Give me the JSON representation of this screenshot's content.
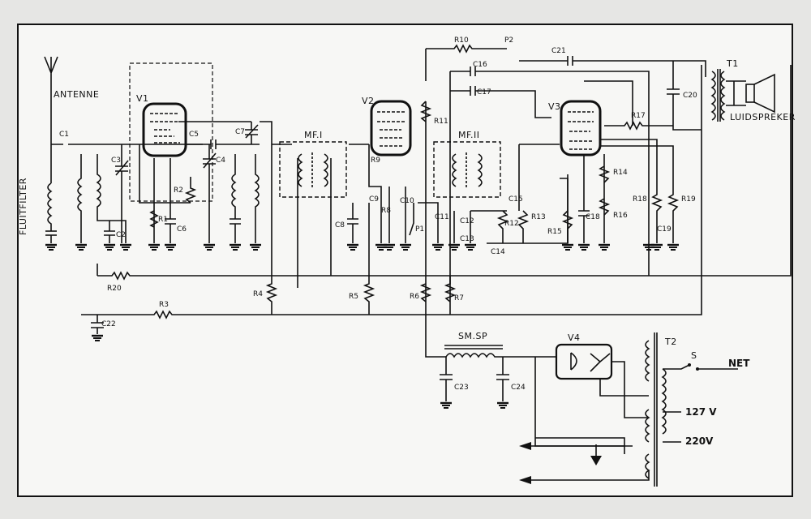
{
  "labels": {
    "antenne": "ANTENNE",
    "fluitfilter": "FLUITFILTER",
    "luidspreker": "LUIDSPREKER",
    "net": "NET",
    "v127": "127 V",
    "v220": "220V",
    "smsp": "SM.SP",
    "mf1": "MF.I",
    "mf2": "MF.II",
    "t1": "T1",
    "t2": "T2",
    "s": "S",
    "v1": "V1",
    "v2": "V2",
    "v3": "V3",
    "v4": "V4",
    "p1": "P1",
    "p2": "P2",
    "c1": "C1",
    "c2": "C2",
    "c3": "C3",
    "c4": "C4",
    "c5": "C5",
    "c6": "C6",
    "c7": "C7",
    "c8": "C8",
    "c9": "C9",
    "c10": "C10",
    "c11": "C11",
    "c12": "C12",
    "c13": "C13",
    "c14": "C14",
    "c15": "C15",
    "c16": "C16",
    "c17": "C17",
    "c18": "C18",
    "c19": "C19",
    "c20": "C20",
    "c21": "C21",
    "c22": "C22",
    "c23": "C23",
    "c24": "C24",
    "r1": "R1",
    "r2": "R2",
    "r3": "R3",
    "r4": "R4",
    "r5": "R5",
    "r6": "R6",
    "r7": "R7",
    "r8": "R8",
    "r9": "R9",
    "r10": "R10",
    "r11": "R11",
    "r12": "R12",
    "r13": "R13",
    "r14": "R14",
    "r15": "R15",
    "r16": "R16",
    "r17": "R17",
    "r18": "R18",
    "r19": "R19",
    "r20": "R20"
  }
}
